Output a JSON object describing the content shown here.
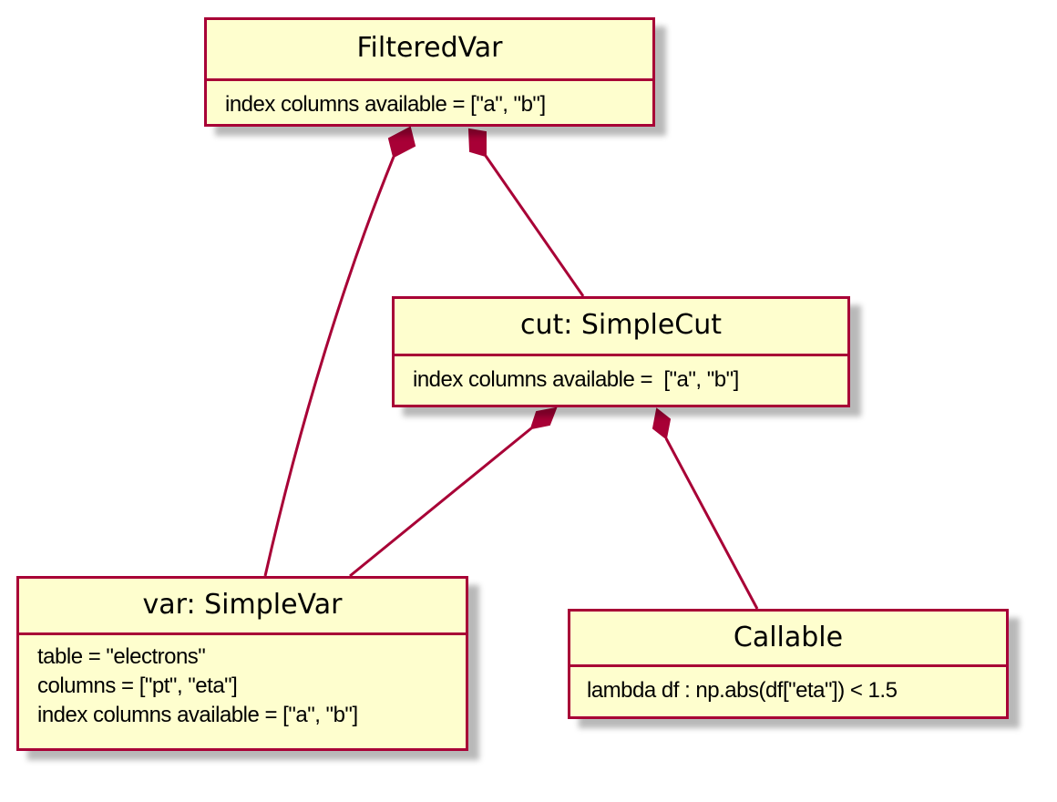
{
  "diagram": {
    "nodes": {
      "filtered_var": {
        "title": "FilteredVar",
        "attributes": [
          "index columns available = [\"a\", \"b\"]"
        ]
      },
      "simple_cut": {
        "title": "cut: SimpleCut",
        "attributes": [
          "index columns available =  [\"a\", \"b\"]"
        ]
      },
      "simple_var": {
        "title": "var: SimpleVar",
        "attributes": [
          "table = \"electrons\"",
          "columns = [\"pt\", \"eta\"]",
          "index columns available = [\"a\", \"b\"]"
        ]
      },
      "callable": {
        "title": "Callable",
        "attributes": [
          "lambda df : np.abs(df[\"eta\"]) < 1.5"
        ]
      }
    },
    "relations": [
      {
        "from": "filtered_var",
        "to": "simple_var",
        "type": "composition"
      },
      {
        "from": "filtered_var",
        "to": "simple_cut",
        "type": "composition"
      },
      {
        "from": "simple_cut",
        "to": "simple_var",
        "type": "composition"
      },
      {
        "from": "simple_cut",
        "to": "callable",
        "type": "composition"
      }
    ],
    "colors": {
      "border": "#A80036",
      "fill": "#FEFECE",
      "line": "#A80036"
    }
  }
}
